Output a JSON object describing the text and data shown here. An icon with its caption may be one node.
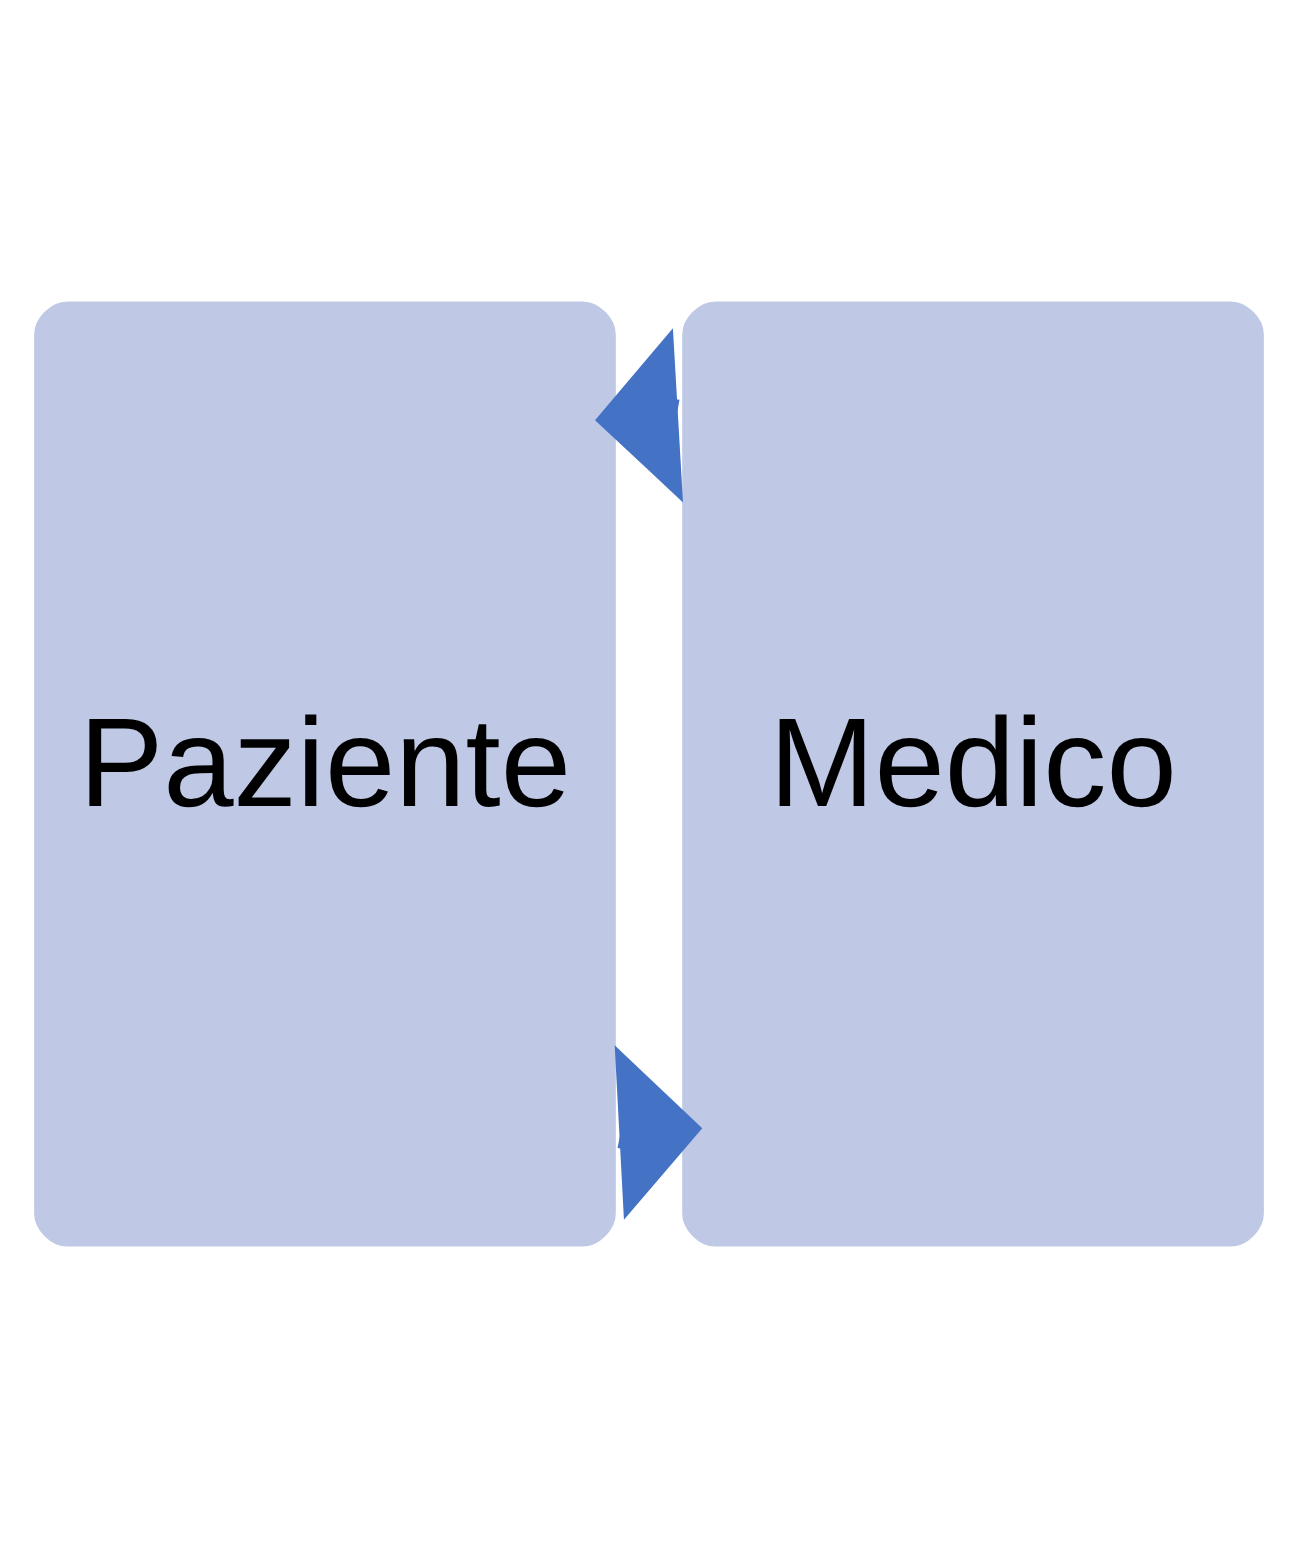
{
  "diagram": {
    "nodes": [
      {
        "text": [
          "Paziente"
        ]
      },
      {
        "text": [
          "Medico"
        ]
      }
    ],
    "edges": [
      {
        "from": 0,
        "to": 1,
        "arrow": "to"
      },
      {
        "from": 1,
        "to": 0,
        "arrow": "to"
      }
    ]
  }
}
